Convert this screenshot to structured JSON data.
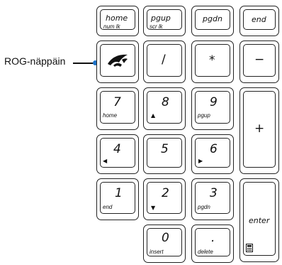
{
  "callout": {
    "label": "ROG-näppäin",
    "dot_color": "#1e73c8"
  },
  "keys": {
    "home": {
      "main": "home",
      "sub": "num lk"
    },
    "pgup": {
      "main": "pgup",
      "sub": "scr lk"
    },
    "pgdn": {
      "main": "pgdn"
    },
    "end": {
      "main": "end"
    },
    "rog": {
      "icon": "rog-logo-icon"
    },
    "slash": {
      "main": "/"
    },
    "star": {
      "main": "*"
    },
    "minus": {
      "main": "−"
    },
    "k7": {
      "main": "7",
      "sub": "home"
    },
    "k8": {
      "main": "8",
      "arrow": "▲"
    },
    "k9": {
      "main": "9",
      "sub": "pgup"
    },
    "plus": {
      "main": "+"
    },
    "k4": {
      "main": "4",
      "arrow": "◀"
    },
    "k5": {
      "main": "5"
    },
    "k6": {
      "main": "6",
      "arrow": "▶"
    },
    "k1": {
      "main": "1",
      "sub": "end"
    },
    "k2": {
      "main": "2",
      "arrow": "▼"
    },
    "k3": {
      "main": "3",
      "sub": "pgdn"
    },
    "enter": {
      "main": "enter",
      "icon": "calculator-icon"
    },
    "k0": {
      "main": "0",
      "sub": "insert"
    },
    "dot": {
      "main": ".",
      "sub": "delete"
    }
  }
}
